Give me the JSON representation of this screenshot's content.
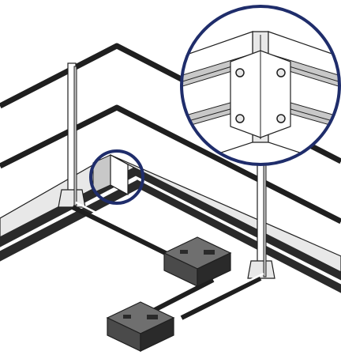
{
  "diagram": {
    "callout_ring_color": "#1f2d6b",
    "line_color": "#1f1f1f",
    "fill_white": "#ffffff",
    "fill_light": "#e8e8e8",
    "fill_mid": "#c8c8c8",
    "ballast_top": "#6f6f6f",
    "ballast_side": "#4a4a4a",
    "ballast_dark": "#2a2a2a",
    "components": [
      {
        "name": "upper-guardrail-tube",
        "icon": "rail-tube"
      },
      {
        "name": "lower-guardrail-tube",
        "icon": "rail-tube"
      },
      {
        "name": "corner-post",
        "icon": "post"
      },
      {
        "name": "roof-parapet-edge",
        "icon": "parapet"
      },
      {
        "name": "counterweight-base-near",
        "icon": "ballast-block"
      },
      {
        "name": "counterweight-base-far",
        "icon": "ballast-block"
      },
      {
        "name": "corner-connector-detail",
        "icon": "magnifier-callout"
      }
    ]
  }
}
